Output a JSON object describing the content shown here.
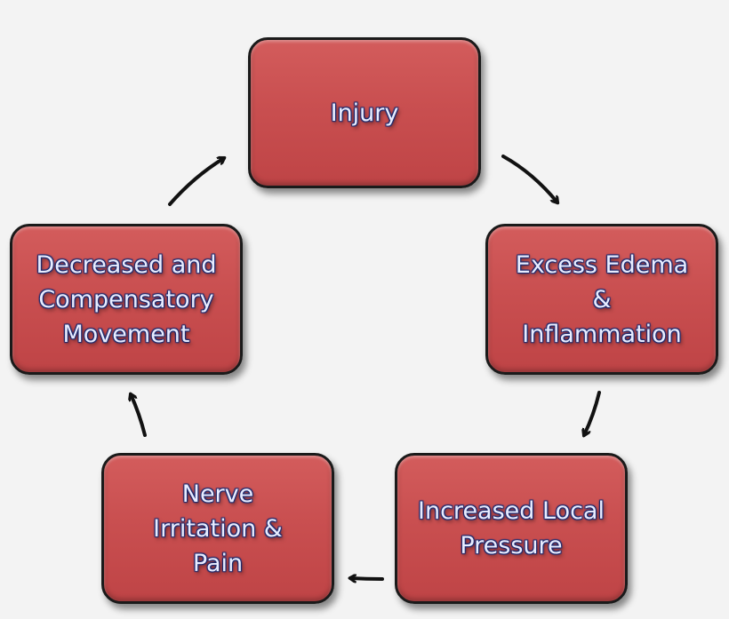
{
  "diagram": {
    "nodes": [
      {
        "id": "injury",
        "label": "Injury"
      },
      {
        "id": "edema",
        "label": "Excess Edema\n&\nInflammation"
      },
      {
        "id": "pressure",
        "label": "Increased Local\nPressure"
      },
      {
        "id": "nerve",
        "label": "Nerve\nIrritation &\nPain"
      },
      {
        "id": "compensatory",
        "label": "Decreased and\nCompensatory\nMovement"
      }
    ],
    "edges": [
      {
        "from": "injury",
        "to": "edema"
      },
      {
        "from": "edema",
        "to": "pressure"
      },
      {
        "from": "pressure",
        "to": "nerve"
      },
      {
        "from": "nerve",
        "to": "compensatory"
      },
      {
        "from": "compensatory",
        "to": "injury"
      }
    ],
    "colors": {
      "box_fill": "#c94f50",
      "box_border": "#1a1a1a",
      "label_text": "#e8ecff",
      "label_outline": "#1c2a6e",
      "arrow": "#111111",
      "background": "#f3f3f3"
    }
  }
}
